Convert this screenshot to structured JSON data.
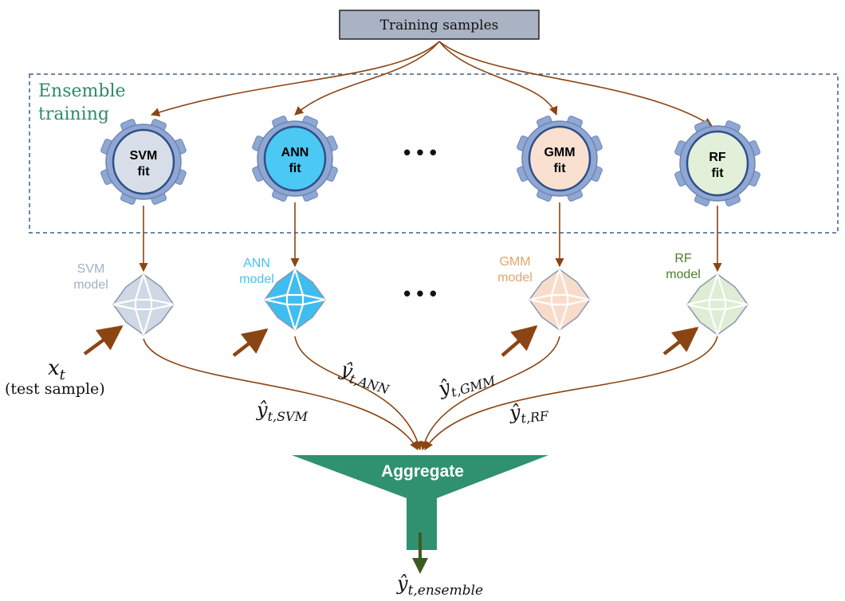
{
  "header": {
    "source_label": "Training samples"
  },
  "ensemble": {
    "label_line1": "Ensemble",
    "label_line2": "training"
  },
  "colors": {
    "arrow": "#8b4513",
    "gear_outline": "#6b86b8",
    "gear_teeth": "#8fa7d2",
    "box_fill": "#aab3c4",
    "ensemble_text": "#2e8b6b",
    "funnel": "#2f9170",
    "output_arrow": "#3d5a24"
  },
  "models": [
    {
      "key": "svm",
      "fit_line1": "SVM",
      "fit_line2": "fit",
      "model_line1": "SVM",
      "model_line2": "model",
      "fill": "#d8dee8",
      "gem": "#cfd8e4",
      "label_color": "#a3b0c2",
      "prediction": "ŷ",
      "pred_sub": "t,SVM"
    },
    {
      "key": "ann",
      "fit_line1": "ANN",
      "fit_line2": "fit",
      "model_line1": "ANN",
      "model_line2": "model",
      "fill": "#4bc8f3",
      "gem": "#3fbdf0",
      "label_color": "#45c2f2",
      "prediction": "ŷ",
      "pred_sub": "t,ANN"
    },
    {
      "key": "gmm",
      "fit_line1": "GMM",
      "fit_line2": "fit",
      "model_line1": "GMM",
      "model_line2": "model",
      "fill": "#f9e0d1",
      "gem": "#f8dccb",
      "label_color": "#e0a56a",
      "prediction": "ŷ",
      "pred_sub": "t,GMM"
    },
    {
      "key": "rf",
      "fit_line1": "RF",
      "fit_line2": "fit",
      "model_line1": "RF",
      "model_line2": "model",
      "fill": "#e2efd9",
      "gem": "#deedd4",
      "label_color": "#4e7d2c",
      "prediction": "ŷ",
      "pred_sub": "t,RF"
    }
  ],
  "ellipsis": "• • •",
  "test_input": {
    "symbol": "x",
    "sub": "t",
    "caption": "(test sample)"
  },
  "aggregate": {
    "label": "Aggregate"
  },
  "output": {
    "symbol": "ŷ",
    "sub": "t,ensemble"
  }
}
